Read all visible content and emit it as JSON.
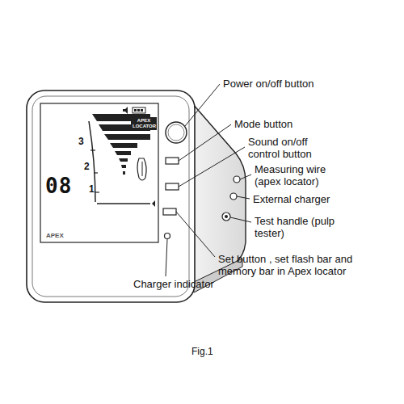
{
  "diagram": {
    "caption": "Fig.1",
    "labels": [
      "Power on/off button",
      "Mode button",
      "3",
      "APEX LOCATOR",
      "Sound on/off control button",
      "2",
      "Measuring wire (apex locator)",
      "08",
      "1",
      "External charger",
      "Test handle (pulp tester)",
      "APEX",
      "Set button , set flash bar and memory bar in Apex locator",
      "Charger indicator"
    ]
  }
}
